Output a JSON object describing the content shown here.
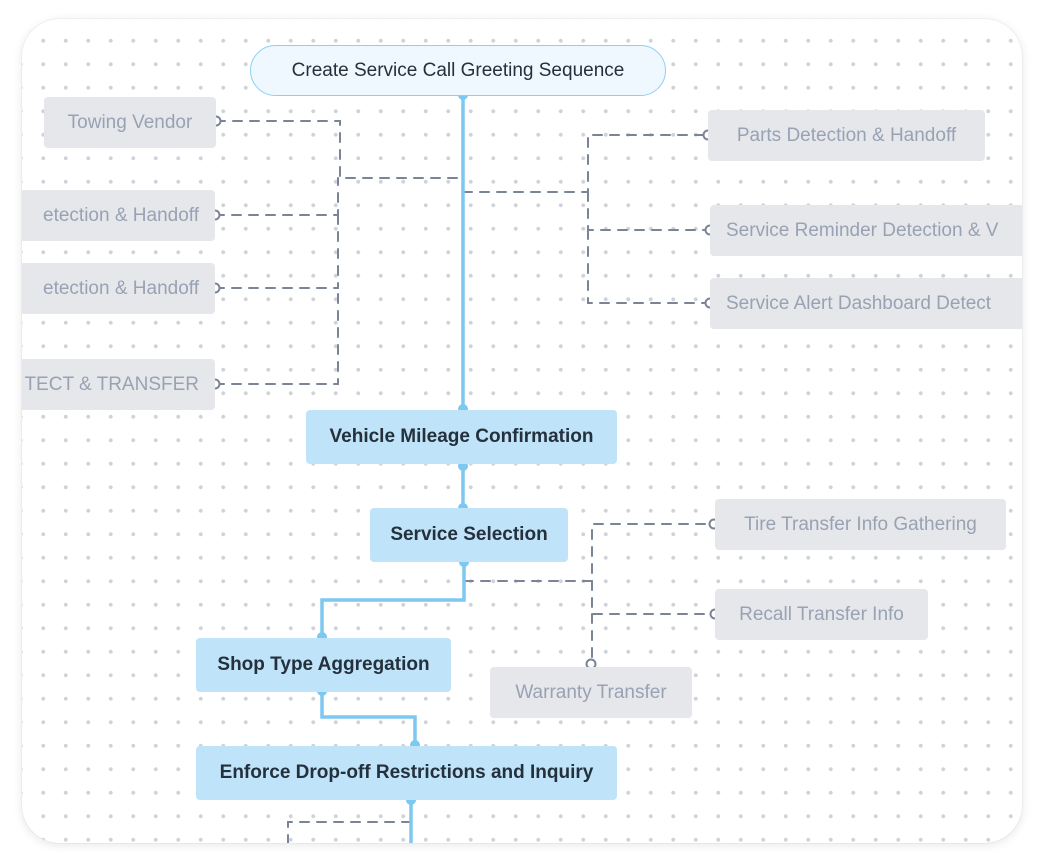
{
  "diagram": {
    "start_node": {
      "label": "Create Service Call Greeting Sequence"
    },
    "flow_nodes": [
      {
        "id": "vehicle-mileage-confirmation",
        "label": "Vehicle Mileage Confirmation"
      },
      {
        "id": "service-selection",
        "label": "Service Selection"
      },
      {
        "id": "shop-type-aggregation",
        "label": "Shop Type Aggregation"
      },
      {
        "id": "enforce-drop-off",
        "label": "Enforce Drop-off Restrictions and Inquiry"
      }
    ],
    "branch_nodes": [
      {
        "id": "towing-vendor",
        "label": "Towing Vendor"
      },
      {
        "id": "detection-handoff-1",
        "label": "etection & Handoff"
      },
      {
        "id": "detection-handoff-2",
        "label": "etection & Handoff"
      },
      {
        "id": "detect-transfer",
        "label": "TECT & TRANSFER"
      },
      {
        "id": "parts-detection",
        "label": "Parts Detection & Handoff"
      },
      {
        "id": "service-reminder",
        "label": "Service Reminder Detection & V"
      },
      {
        "id": "service-alert",
        "label": "Service Alert Dashboard Detect"
      },
      {
        "id": "tire-transfer",
        "label": "Tire Transfer Info Gathering"
      },
      {
        "id": "recall-transfer",
        "label": "Recall Transfer Info"
      },
      {
        "id": "warranty-transfer",
        "label": "Warranty Transfer"
      }
    ],
    "colors": {
      "active_fill": "#bfe3f8",
      "active_edge": "#7cc8f0",
      "inactive_fill": "#e6e7eb",
      "inactive_text": "#98a2b3",
      "dashed_edge": "#7a8496",
      "dot_grid": "#cfd2d8"
    }
  }
}
